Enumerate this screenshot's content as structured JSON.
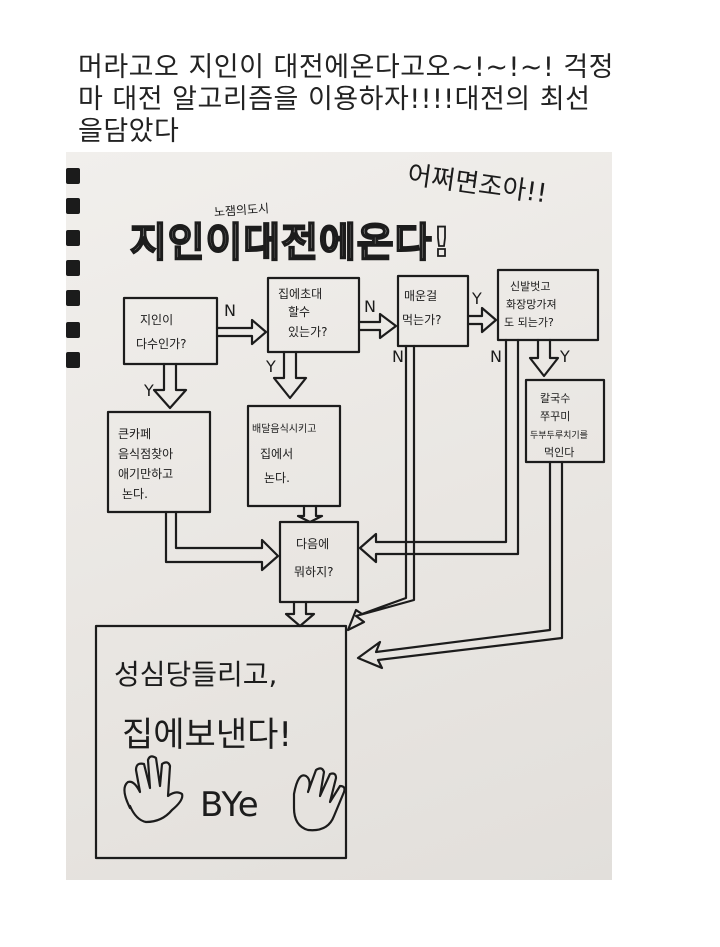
{
  "caption": {
    "line1": "머라고오 지인이 대전에온다고오~!~!~! 걱정",
    "line2": "마 대전 알고리즘을 이용하자!!!!대전의 최선",
    "line3": "을담았다"
  },
  "drawing": {
    "corner_note": "어쩌면조아!!",
    "subtitle": "노잼의도시",
    "title": "지인이대전에온다!",
    "q1": [
      "지인이",
      "다수인가?"
    ],
    "q2": [
      "집에초대",
      "할수",
      "있는가?"
    ],
    "q3": [
      "매운걸",
      "먹는가?"
    ],
    "q4": [
      "신발벗고",
      "화장망가져",
      "도 되는가?"
    ],
    "a_yes1": [
      "큰카페",
      "음식점찾아",
      "애기만하고",
      "논다."
    ],
    "a_yes2": [
      "배달음식시키고",
      "집에서",
      "논다."
    ],
    "a_yes4": [
      "칼국수",
      "쭈꾸미",
      "두부두루치기를",
      "먹인다"
    ],
    "next": [
      "다음에",
      "뭐하지?"
    ],
    "final1": "성심당들리고,",
    "final2": "집에보낸다!",
    "bye": "BYe",
    "labels": {
      "n": "N",
      "y": "Y"
    }
  }
}
